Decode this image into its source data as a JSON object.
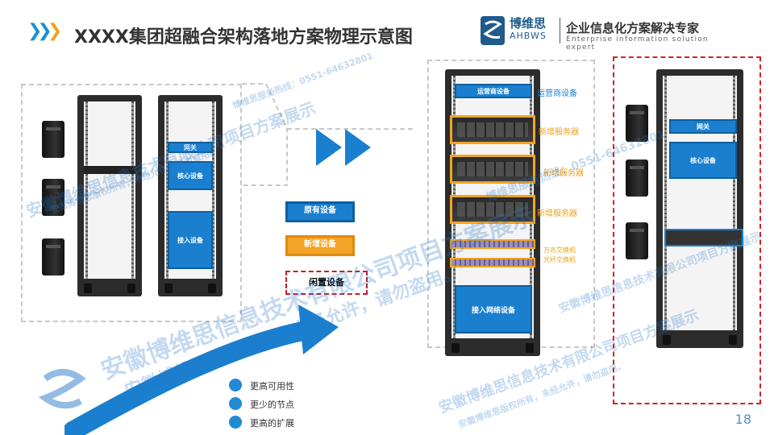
{
  "header": {
    "title": "XXXX集团超融合架构落地方案物理示意图",
    "logo_cn": "博维思",
    "logo_en": "AHBWS",
    "slogan": "企业信息化方案解决专家",
    "slogan_en": "Enterprise information solution expert"
  },
  "old_rack": {
    "labels": [
      "网关",
      "核心设备",
      "接入设备"
    ]
  },
  "legend": {
    "existing": "原有设备",
    "new": "新增设备",
    "idle": "闲置设备"
  },
  "new_rack": {
    "top_device": "运营商设备",
    "top_label": "运营商设备",
    "servers": [
      "新增服务器",
      "新增服务器",
      "新增服务器"
    ],
    "switch_labels": [
      "万兆交换机",
      "光纤交换机"
    ],
    "access": "接入网络设备"
  },
  "idle_rack": {
    "labels": [
      "网关",
      "核心设备"
    ]
  },
  "benefits": [
    "更高可用性",
    "更少的节点",
    "更高的扩展"
  ],
  "page_number": "18",
  "watermarks": [
    "安徽博维思信息技术有限公司项目方案展示",
    "安徽博维思版权所有，未经允许，请勿盗用。",
    "博维思服务热线：0551-64632801"
  ],
  "colors": {
    "accent_blue": "#1a7fce",
    "accent_orange": "#f2a424",
    "idle_red": "#d92020"
  }
}
